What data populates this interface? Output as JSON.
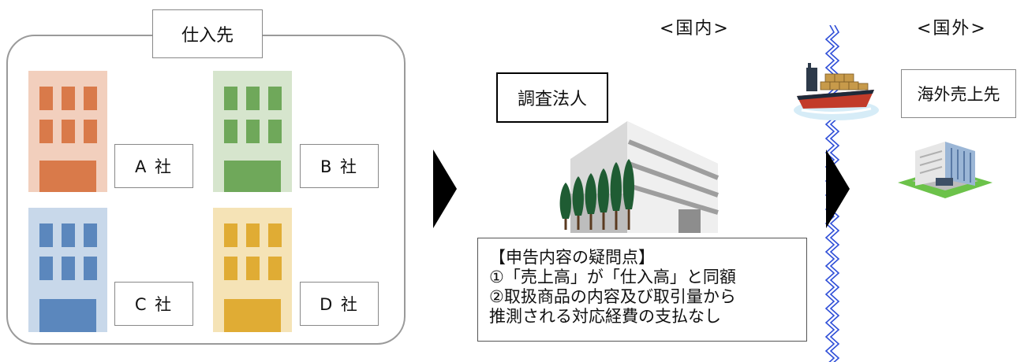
{
  "suppliers": {
    "title": "仕入先",
    "companies": [
      {
        "label": "A 社",
        "color": "#e8a27e"
      },
      {
        "label": "B 社",
        "color": "#8fbf7a"
      },
      {
        "label": "C 社",
        "color": "#7ea3cf"
      },
      {
        "label": "D 社",
        "color": "#e3b548"
      }
    ]
  },
  "domestic": {
    "region_label": "<国内>",
    "entity_label": "調査法人"
  },
  "overseas": {
    "region_label": "<国外>",
    "entity_label": "海外売上先"
  },
  "issues": {
    "title": "【申告内容の疑問点】",
    "items": [
      "①「売上高」が「仕入高」と同額",
      "②取扱商品の内容及び取引量から",
      "推測される対応経費の支払なし"
    ]
  }
}
